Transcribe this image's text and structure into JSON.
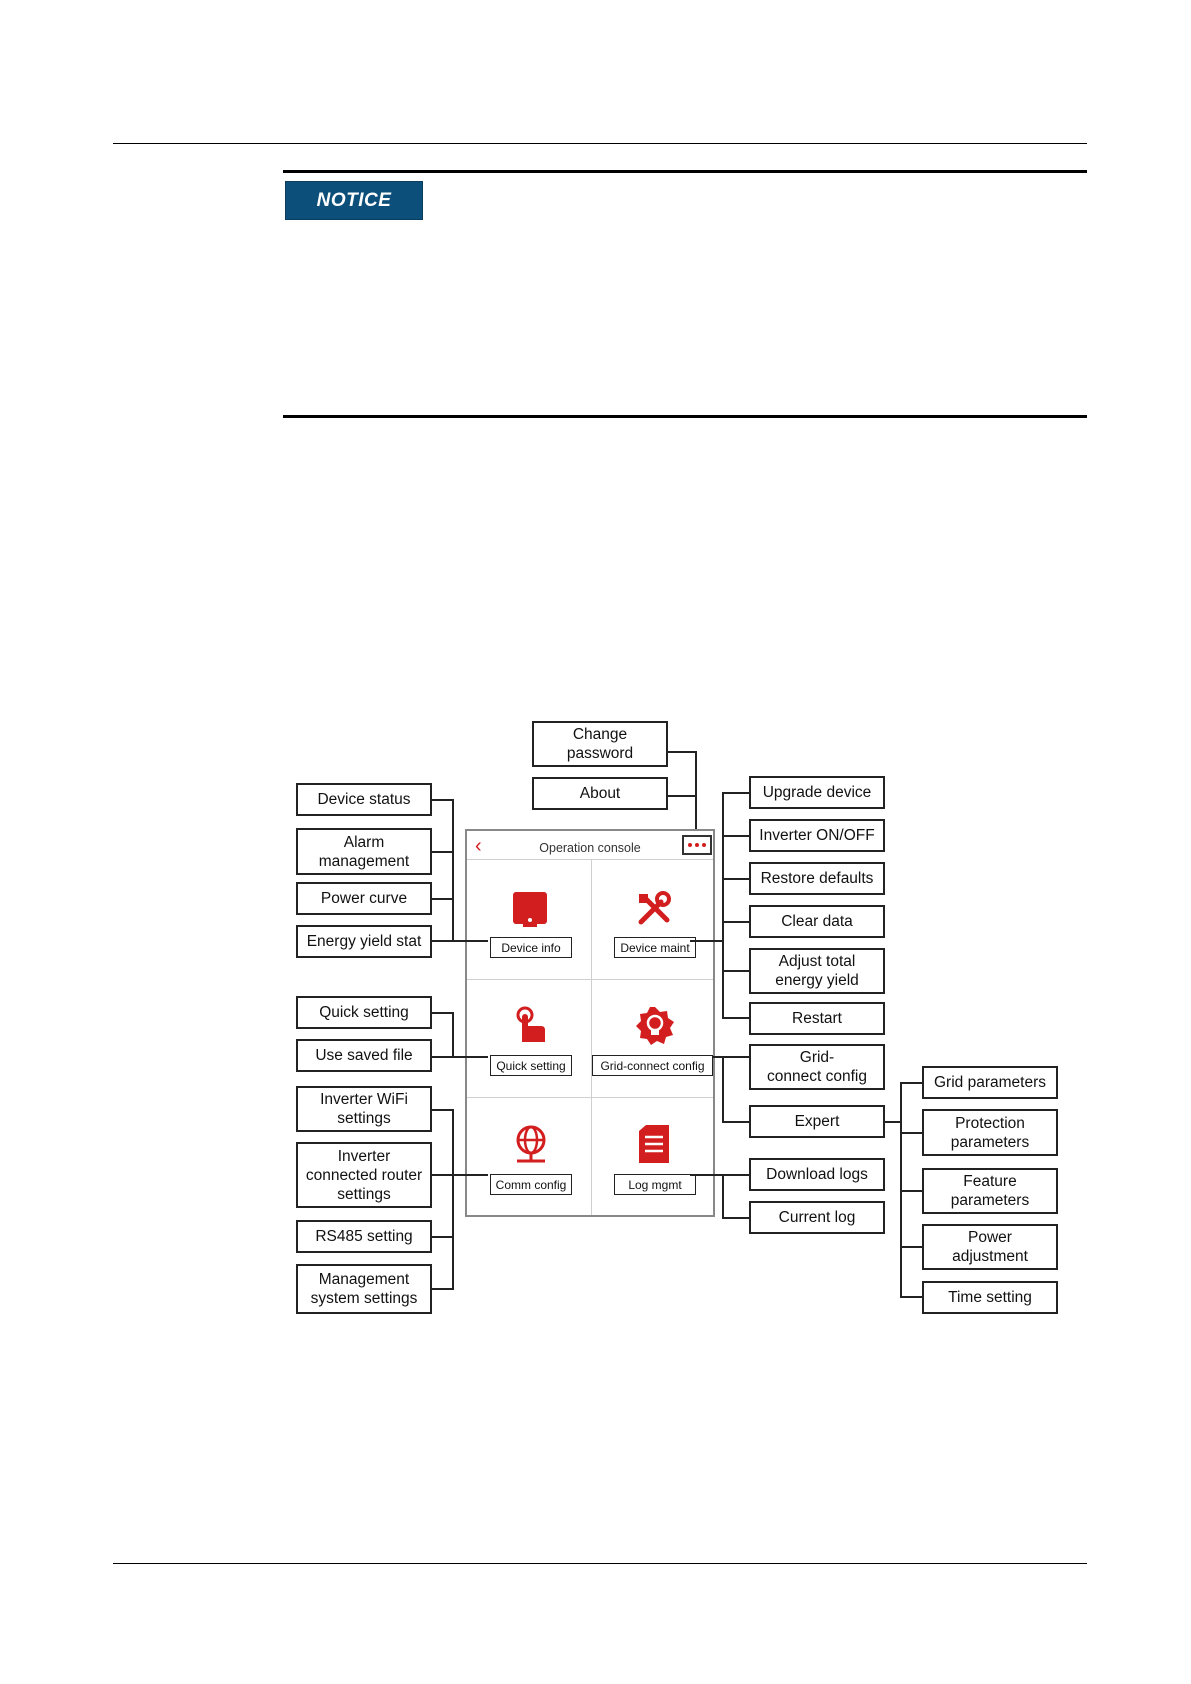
{
  "notice": {
    "label": "NOTICE"
  },
  "diagram": {
    "top_menu": {
      "change_password": "Change\npassword",
      "about": "About"
    },
    "phone": {
      "title": "Operation console",
      "back_icon": "back-chevron-icon",
      "more_icon": "more-dots-icon",
      "tiles": {
        "device_info": "Device info",
        "device_maint": "Device maint",
        "quick_setting": "Quick setting",
        "grid_connect_config": "Grid-connect config",
        "comm_config": "Comm config",
        "log_mgmt": "Log mgmt"
      },
      "accent_color": "#d21e1e"
    },
    "device_info_items": [
      "Device status",
      "Alarm\nmanagement",
      "Power curve",
      "Energy yield stat"
    ],
    "quick_setting_items": [
      "Quick setting",
      "Use saved file"
    ],
    "comm_config_items": [
      "Inverter WiFi\nsettings",
      "Inverter\nconnected router\nsettings",
      "RS485 setting",
      "Management\nsystem settings"
    ],
    "device_maint_items": [
      "Upgrade device",
      "Inverter ON/OFF",
      "Restore defaults",
      "Clear data",
      "Adjust total\nenergy yield",
      "Restart"
    ],
    "grid_connect_items": [
      "Grid-\nconnect config",
      "Expert"
    ],
    "expert_items": [
      "Grid parameters",
      "Protection\nparameters",
      "Feature\nparameters",
      "Power\nadjustment",
      "Time setting"
    ],
    "log_mgmt_items": [
      "Download logs",
      "Current log"
    ]
  }
}
